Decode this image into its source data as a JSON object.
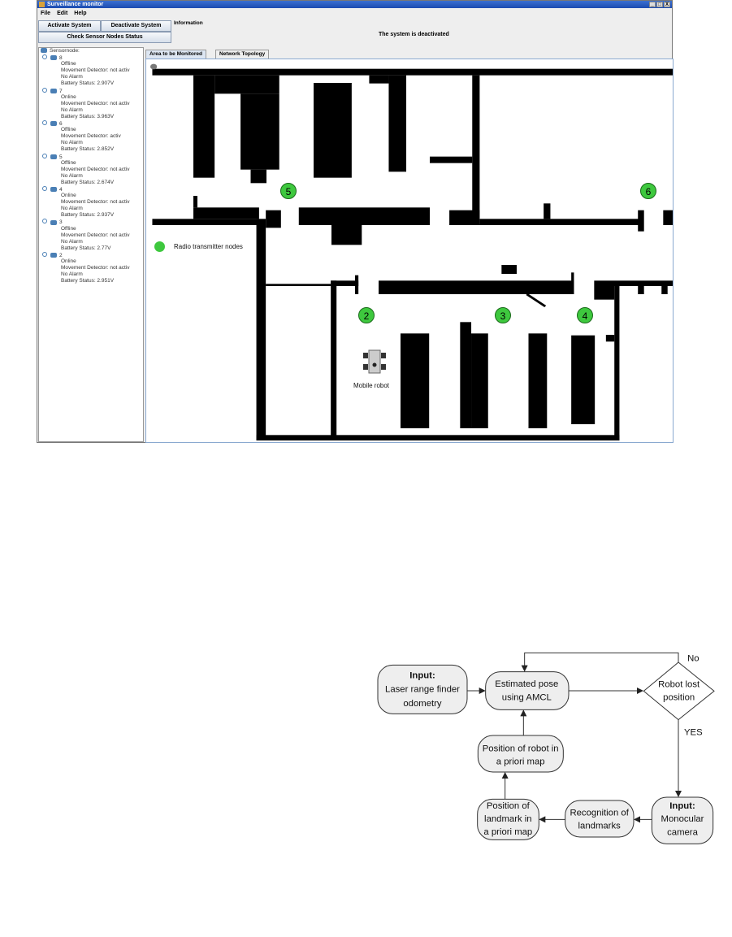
{
  "window": {
    "title": "Surveillance monitor",
    "controls": [
      "_",
      "□",
      "X"
    ]
  },
  "menu": [
    "File",
    "Edit",
    "Help"
  ],
  "buttons": {
    "activate": "Activate System",
    "deactivate": "Deactivate System",
    "check": "Check Sensor Nodes Status"
  },
  "information": {
    "label": "Information",
    "text": "The system is deactivated"
  },
  "tree": {
    "root": "Sensornode:",
    "nodes": [
      {
        "id": "8",
        "status": "Offline",
        "movement": "Movement Detector: not activ",
        "alarm": "No Alarm",
        "battery": "Battery Status: 2.907V"
      },
      {
        "id": "7",
        "status": "Online",
        "movement": "Movement Detector: not activ",
        "alarm": "No Alarm",
        "battery": "Battery Status: 3.963V"
      },
      {
        "id": "6",
        "status": "Offline",
        "movement": "Movement Detector: activ",
        "alarm": "No Alarm",
        "battery": "Battery Status: 2.852V"
      },
      {
        "id": "5",
        "status": "Offline",
        "movement": "Movement Detector: not activ",
        "alarm": "No Alarm",
        "battery": "Battery Status: 2.674V"
      },
      {
        "id": "4",
        "status": "Online",
        "movement": "Movement Detector: not activ",
        "alarm": "No Alarm",
        "battery": "Battery Status: 2.937V"
      },
      {
        "id": "3",
        "status": "Offline",
        "movement": "Movement Detector: not activ",
        "alarm": "No Alarm",
        "battery": "Battery Status: 2.77V"
      },
      {
        "id": "2",
        "status": "Online",
        "movement": "Movement Detector: not activ",
        "alarm": "No Alarm",
        "battery": "Battery Status: 2.951V"
      }
    ]
  },
  "tabs": [
    "Area to be Monitored",
    "Network Topology"
  ],
  "map": {
    "nodes": [
      "5",
      "6",
      "2",
      "3",
      "4"
    ],
    "legend": "Radio transmitter nodes",
    "robot_label": "Mobile robot",
    "node_color": "#3ec83e"
  },
  "flowchart": {
    "input_laser": {
      "bold": "Input:",
      "line1": "Laser range finder",
      "line2": "odometry"
    },
    "estimated": {
      "line1": "Estimated pose",
      "line2": "using AMCL"
    },
    "decision": {
      "line1": "Robot lost",
      "line2": "position"
    },
    "no": "No",
    "yes": "YES",
    "input_camera": {
      "bold": "Input:",
      "line1": "Monocular",
      "line2": "camera"
    },
    "recognition": {
      "line1": "Recognition of",
      "line2": "landmarks"
    },
    "landmark": {
      "line1": "Position of",
      "line2": "landmark in",
      "line3": "a priori map"
    },
    "robotpos": {
      "line1": "Position of robot in",
      "line2": "a priori map"
    }
  }
}
